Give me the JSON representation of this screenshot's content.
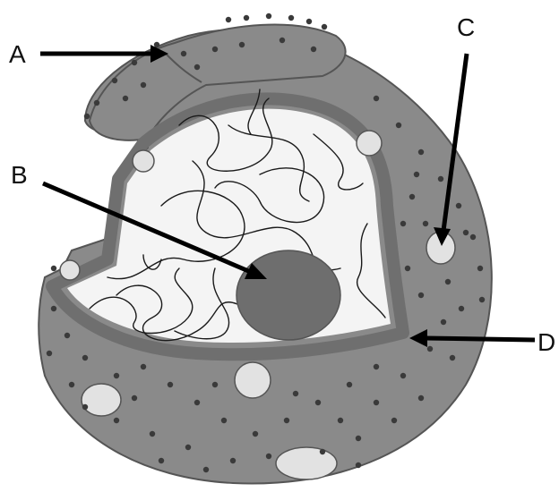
{
  "labels": {
    "a": "A",
    "b": "B",
    "c": "C",
    "d": "D"
  },
  "colors": {
    "cytoplasm": "#8a8a8a",
    "cytoplasm_edge": "#555555",
    "membrane": "#6f6f6f",
    "nucleoplasm": "#f4f4f4",
    "nucleolus": "#6e6e6e",
    "chromatin": "#1a1a1a",
    "pore": "#e2e2e2",
    "ribosome": "#3a3a3a",
    "arrow": "#000000"
  }
}
